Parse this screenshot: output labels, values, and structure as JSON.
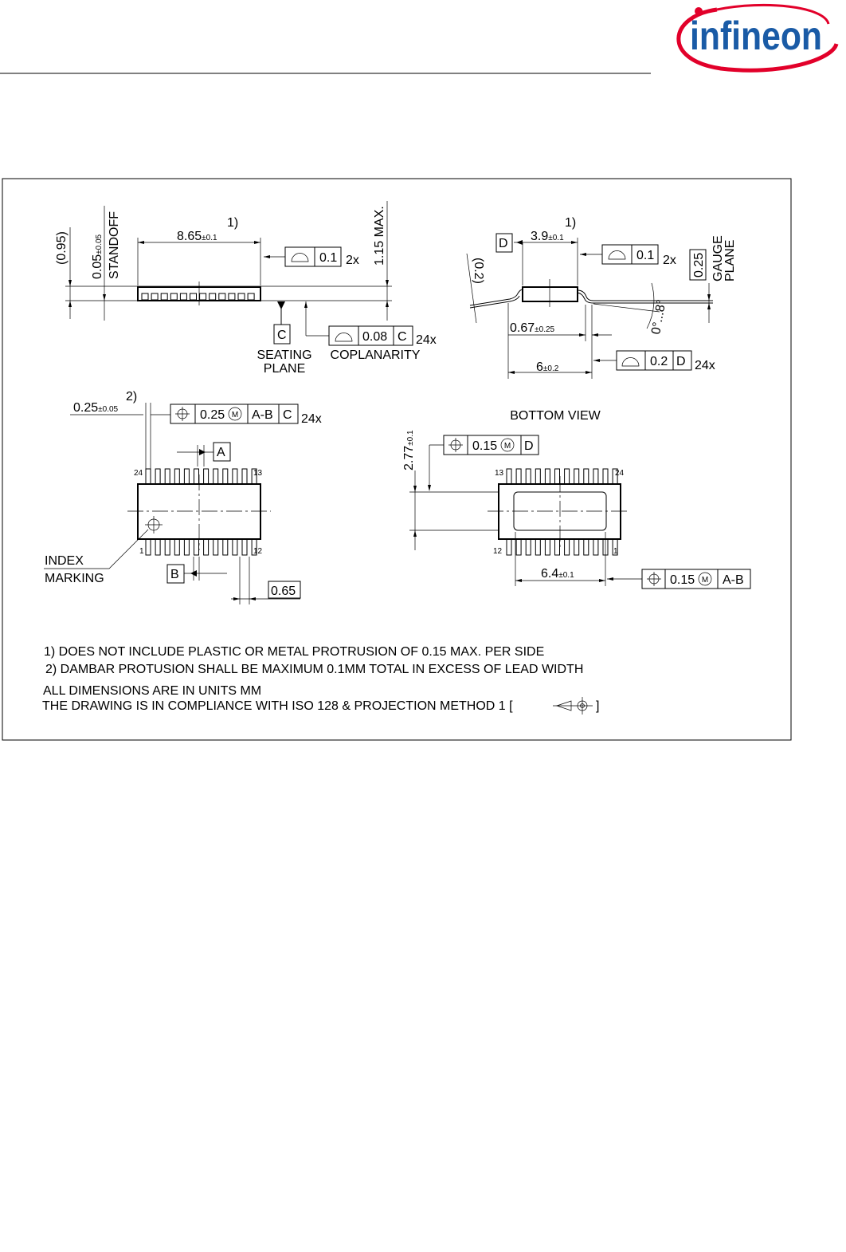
{
  "header": {
    "logo": "infineon",
    "brand_blue": "#1a5ba6",
    "brand_red": "#e2002a"
  },
  "side_view": {
    "note_ref": "1)",
    "length": "8.65",
    "length_tol": "±0.1",
    "flatness_value": "0.1",
    "flatness_count": "2x",
    "height_ref": "(0.95)",
    "standoff": "0.05",
    "standoff_tol": "±0.05",
    "standoff_label": "STANDOFF",
    "max_height": "1.15 MAX.",
    "datum_c": "C",
    "seating_line1": "SEATING",
    "seating_line2": "PLANE",
    "coplanarity_value": "0.08",
    "coplanarity_datum": "C",
    "coplanarity_count": "24x",
    "coplanarity_label": "COPLANARITY"
  },
  "end_view": {
    "note_ref": "1)",
    "width": "3.9",
    "width_tol": "±0.1",
    "datum_d": "D",
    "flatness_value": "0.1",
    "flatness_count": "2x",
    "lead_thickness": "(0.2)",
    "gauge_value": "0.25",
    "gauge_line1": "GAUGE",
    "gauge_line2": "PLANE",
    "angle": "0°...8°",
    "foot": "0.67",
    "foot_tol": "±0.25",
    "span": "6",
    "span_tol": "±0.2",
    "tol_value": "0.2",
    "tol_datum": "D",
    "tol_count": "24x"
  },
  "top_view": {
    "note_ref": "2)",
    "lead_width": "0.25",
    "lead_width_tol": "±0.05",
    "position_value": "0.25",
    "mmc": "M",
    "datum_ab": "A-B",
    "datum_c": "C",
    "position_count": "24x",
    "datum_a": "A",
    "datum_b": "B",
    "pitch": "0.65",
    "pin_24": "24",
    "pin_13": "13",
    "pin_1": "1",
    "pin_12": "12",
    "index_line1": "INDEX",
    "index_line2": "MARKING"
  },
  "bottom_view": {
    "title": "BOTTOM VIEW",
    "dim": "2.77",
    "dim_tol": "±0.1",
    "position1_value": "0.15",
    "mmc": "M",
    "position1_datum": "D",
    "pin_13": "13",
    "pin_24": "24",
    "pin_12": "12",
    "pin_1": "1",
    "width": "6.4",
    "width_tol": "±0.1",
    "position2_value": "0.15",
    "position2_datum": "A-B"
  },
  "notes": [
    "1) DOES NOT INCLUDE PLASTIC OR METAL PROTRUSION OF 0.15 MAX. PER SIDE",
    "2) DAMBAR PROTUSION SHALL BE MAXIMUM 0.1MM TOTAL IN EXCESS OF LEAD WIDTH",
    "ALL DIMENSIONS ARE IN UNITS MM",
    "THE DRAWING IS IN COMPLIANCE WITH ISO 128 & PROJECTION METHOD 1 ["
  ],
  "notes_end": "]"
}
